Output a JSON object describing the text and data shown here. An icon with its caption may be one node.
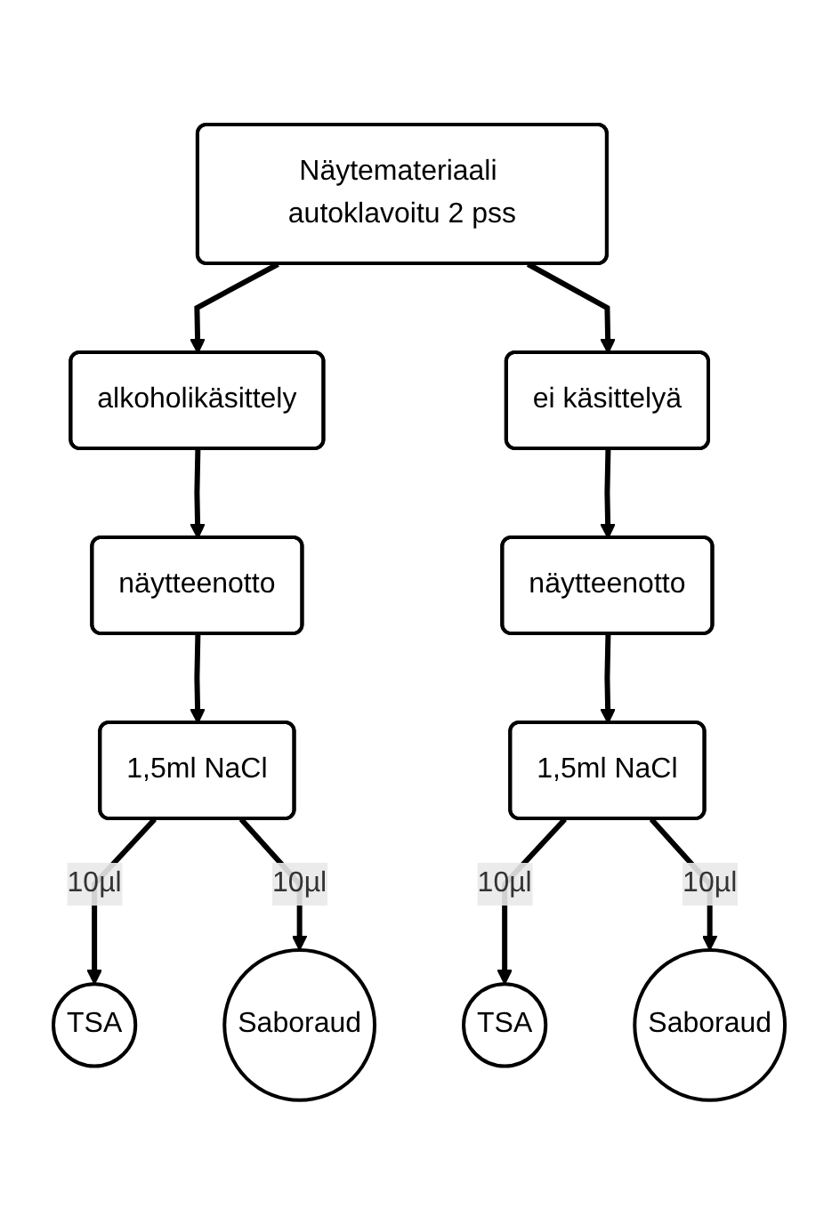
{
  "diagram": {
    "nodes": [
      {
        "text": [
          "Näytemateriaali autoklavoitu 2 pss"
        ]
      },
      {
        "text": [
          "alkoholikäsittely"
        ]
      },
      {
        "text": [
          "ei käsittelyä"
        ]
      },
      {
        "text": [
          "näytteenotto"
        ]
      },
      {
        "text": [
          "näytteenotto"
        ]
      },
      {
        "text": [
          "1,5ml NaCl"
        ]
      },
      {
        "text": [
          "1,5ml NaCl"
        ]
      },
      {
        "text": [
          "TSA"
        ]
      },
      {
        "text": [
          "Saboraud"
        ]
      },
      {
        "text": [
          "TSA"
        ]
      },
      {
        "text": [
          "Saboraud"
        ]
      }
    ],
    "edges": [
      {
        "from": 0,
        "to": 1,
        "arrow": "to"
      },
      {
        "from": 0,
        "to": 2,
        "arrow": "to"
      },
      {
        "from": 1,
        "to": 3,
        "arrow": "to"
      },
      {
        "from": 2,
        "to": 4,
        "arrow": "to"
      },
      {
        "from": 3,
        "to": 5,
        "arrow": "to"
      },
      {
        "from": 4,
        "to": 6,
        "arrow": "to"
      },
      {
        "from": 5,
        "to": 7,
        "arrow": "to",
        "label": "10µl"
      },
      {
        "from": 5,
        "to": 8,
        "arrow": "to",
        "label": "10µl"
      },
      {
        "from": 6,
        "to": 9,
        "arrow": "to",
        "label": "10µl"
      },
      {
        "from": 6,
        "to": 10,
        "arrow": "to",
        "label": "10µl"
      }
    ]
  }
}
